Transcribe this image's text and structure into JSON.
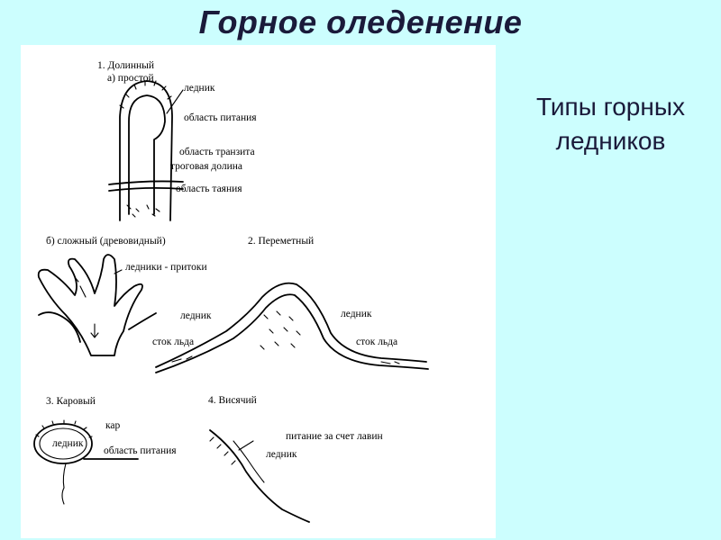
{
  "title": "Горное оледенение",
  "side_caption": [
    "Типы горных",
    "ледников"
  ],
  "figure": {
    "valley": {
      "heading": "1. Долинный",
      "simple": "а) простой",
      "glacier": "ледник",
      "feeding_area": "область питания",
      "transit_area": "область транзита",
      "trough_valley": "троговая долина",
      "melting_area": "область таяния"
    },
    "complex": {
      "heading": "б) сложный (древовидный)",
      "tributaries": "ледники - притоки"
    },
    "transfluent": {
      "heading": "2. Переметный",
      "glacier_left": "ледник",
      "glacier_right": "ледник",
      "ice_flow_left": "сток льда",
      "ice_flow_right": "сток льда"
    },
    "cirque": {
      "heading": "3. Каровый",
      "cirque": "кар",
      "glacier": "ледник",
      "feeding_area": "область питания"
    },
    "hanging": {
      "heading": "4. Висячий",
      "avalanche_feeding": "питание за счет лавин",
      "glacier": "ледник"
    }
  }
}
